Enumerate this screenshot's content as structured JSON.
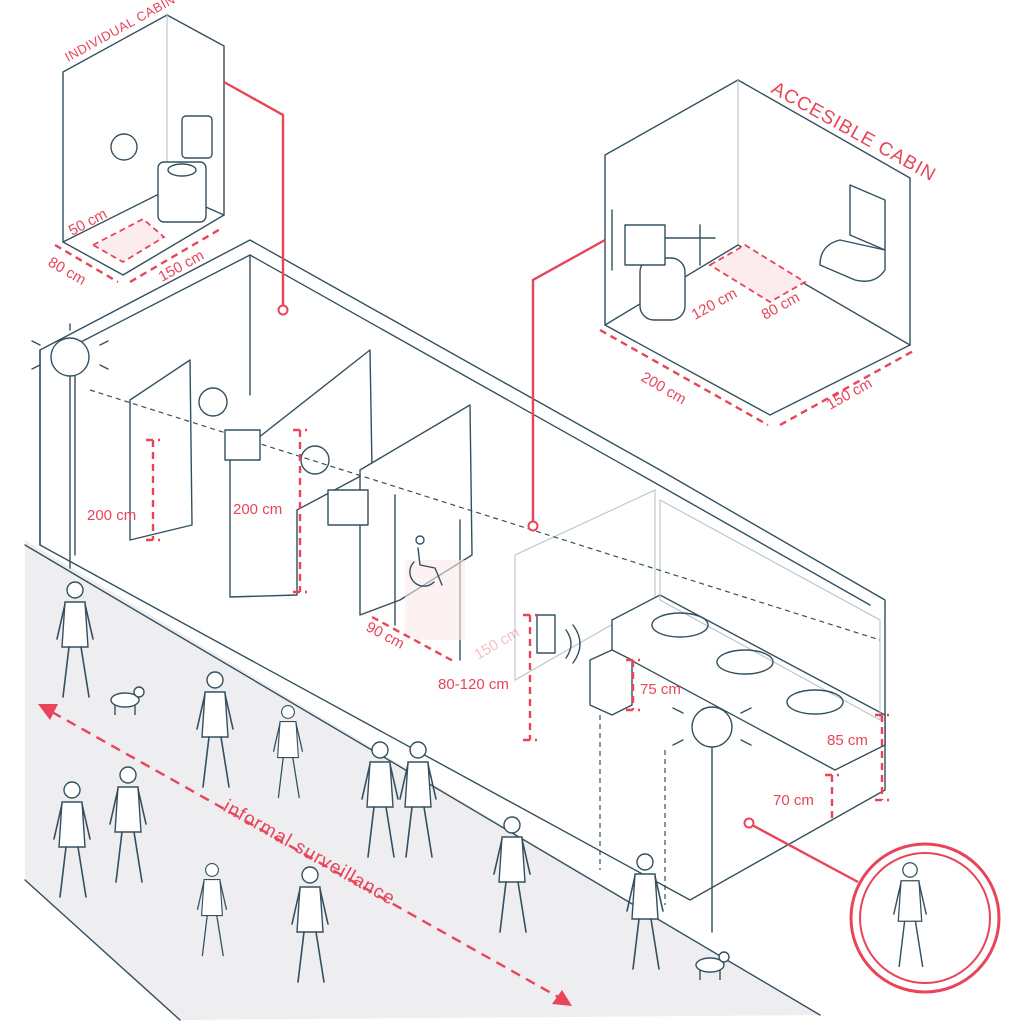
{
  "individual_cabin": {
    "title": "INDIVIDUAL CABIN",
    "dims": {
      "clear_width": "50 cm",
      "depth": "80 cm",
      "length": "150 cm"
    }
  },
  "accessible_cabin": {
    "title": "ACCESIBLE CABIN",
    "dims": {
      "turn_width": "120 cm",
      "turn_depth": "80 cm",
      "length": "200 cm",
      "width": "150 cm"
    }
  },
  "main": {
    "partition_height_1": "200 cm",
    "partition_height_2": "200 cm",
    "door_width": "90 cm",
    "turning_circle": "150 cm",
    "intercom_height": "80-120 cm",
    "bin_height": "75 cm",
    "counter_height": "85 cm",
    "knee_clearance": "70 cm"
  },
  "street": {
    "surveillance_label": "informal surveillance"
  },
  "colors": {
    "accent": "#e8445a",
    "line": "#34505f",
    "sidewalk": "#eeeef1"
  }
}
